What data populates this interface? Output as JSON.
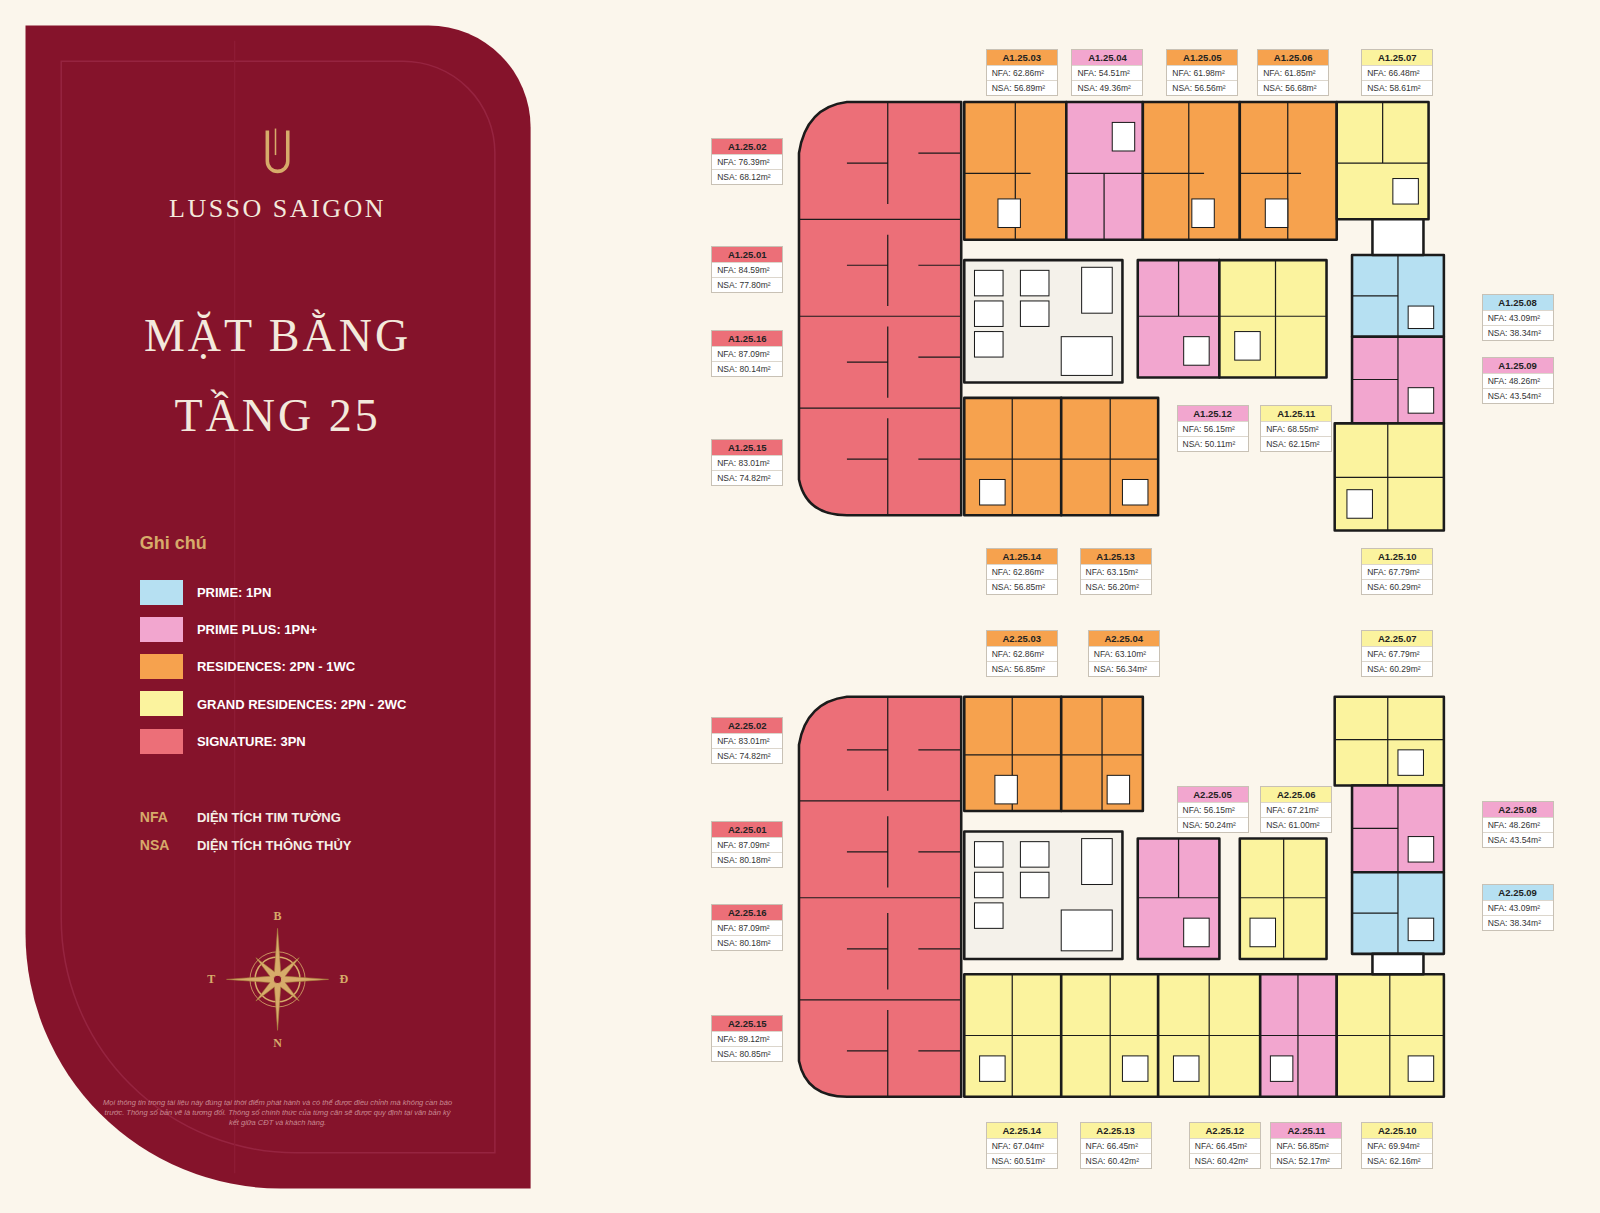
{
  "diagram": {
    "title": "MẶT BẰNG TẦNG 25",
    "nodes": [
      {
        "text": [
          "A1.25.03",
          "NFA: 62.86m²",
          "NSA: 56.89m²"
        ]
      },
      {
        "text": [
          "A1.25.04",
          "NFA: 54.51m²",
          "NSA: 49.36m²"
        ]
      },
      {
        "text": [
          "A1.25.05",
          "NFA: 61.98m²",
          "NSA: 56.56m²"
        ]
      },
      {
        "text": [
          "A1.25.06",
          "NFA: 61.85m²",
          "NSA: 56.68m²"
        ]
      },
      {
        "text": [
          "A1.25.07",
          "NFA: 66.48m²",
          "NSA: 58.61m²"
        ]
      },
      {
        "text": [
          "A1.25.02",
          "NFA: 76.39m²",
          "NSA: 68.12m²"
        ]
      },
      {
        "text": [
          "A1.25.01",
          "NFA: 84.59m²",
          "NSA: 77.80m²"
        ]
      },
      {
        "text": [
          "A1.25.16",
          "NFA: 87.09m²",
          "NSA: 80.14m²"
        ]
      },
      {
        "text": [
          "A1.25.15",
          "NFA: 83.01m²",
          "NSA: 74.82m²"
        ]
      },
      {
        "text": [
          "A1.25.08",
          "NFA: 43.09m²",
          "NSA: 38.34m²"
        ]
      },
      {
        "text": [
          "A1.25.09",
          "NFA: 48.26m²",
          "NSA: 43.54m²"
        ]
      },
      {
        "text": [
          "A1.25.12",
          "NFA: 56.15m²",
          "NSA: 50.11m²"
        ]
      },
      {
        "text": [
          "A1.25.11",
          "NFA: 68.55m²",
          "NSA: 62.15m²"
        ]
      },
      {
        "text": [
          "A1.25.14",
          "NFA: 62.86m²",
          "NSA: 56.85m²"
        ]
      },
      {
        "text": [
          "A1.25.13",
          "NFA: 63.15m²",
          "NSA: 56.20m²"
        ]
      },
      {
        "text": [
          "A1.25.10",
          "NFA: 67.79m²",
          "NSA: 60.29m²"
        ]
      },
      {
        "text": [
          "A2.25.03",
          "NFA: 62.86m²",
          "NSA: 56.85m²"
        ]
      },
      {
        "text": [
          "A2.25.04",
          "NFA: 63.10m²",
          "NSA: 56.34m²"
        ]
      },
      {
        "text": [
          "A2.25.07",
          "NFA: 67.79m²",
          "NSA: 60.29m²"
        ]
      },
      {
        "text": [
          "A2.25.02",
          "NFA: 83.01m²",
          "NSA: 74.82m²"
        ]
      },
      {
        "text": [
          "A2.25.05",
          "NFA: 56.15m²",
          "NSA: 50.24m²"
        ]
      },
      {
        "text": [
          "A2.25.06",
          "NFA: 67.21m²",
          "NSA: 61.00m²"
        ]
      },
      {
        "text": [
          "A2.25.08",
          "NFA: 48.26m²",
          "NSA: 43.54m²"
        ]
      },
      {
        "text": [
          "A2.25.01",
          "NFA: 87.09m²",
          "NSA: 80.18m²"
        ]
      },
      {
        "text": [
          "A2.25.09",
          "NFA: 43.09m²",
          "NSA: 38.34m²"
        ]
      },
      {
        "text": [
          "A2.25.16",
          "NFA: 87.09m²",
          "NSA: 80.18m²"
        ]
      },
      {
        "text": [
          "A2.25.15",
          "NFA: 89.12m²",
          "NSA: 80.85m²"
        ]
      },
      {
        "text": [
          "A2.25.14",
          "NFA: 67.04m²",
          "NSA: 60.51m²"
        ]
      },
      {
        "text": [
          "A2.25.13",
          "NFA: 66.45m²",
          "NSA: 60.42m²"
        ]
      },
      {
        "text": [
          "A2.25.12",
          "NFA: 66.45m²",
          "NSA: 60.42m²"
        ]
      },
      {
        "text": [
          "A2.25.11",
          "NFA: 56.85m²",
          "NSA: 52.17m²"
        ]
      },
      {
        "text": [
          "A2.25.10",
          "NFA: 69.94m²",
          "NSA: 62.16m²"
        ]
      }
    ],
    "labels": [
      "LUSSO SAIGON",
      "Ghi chú",
      "NFA",
      "DIỆN TÍCH TIM TƯỜNG",
      "NSA",
      "DIỆN TÍCH THÔNG THỦY",
      "B",
      "T",
      "Đ",
      "N",
      "Mọi thông tin trong tài liệu này đúng tại thời điểm phát hành và có thể được điều chỉnh mà không cần báo trước. Thông số bản vẽ là tương đối. Thông số chính thức của từng căn sẽ được quy định tại văn bản ký kết giữa CĐT và khách hàng."
    ],
    "legend": [
      {
        "text": "PRIME: 1PN",
        "color": "#b6e0f2"
      },
      {
        "text": "PRIME PLUS: 1PN+",
        "color": "#f2a6cf"
      },
      {
        "text": "RESIDENCES: 2PN - 1WC",
        "color": "#f6a24e"
      },
      {
        "text": "GRAND RESIDENCES: 2PN - 2WC",
        "color": "#fbf39e"
      },
      {
        "text": "SIGNATURE: 3PN",
        "color": "#ec6f78"
      }
    ]
  }
}
